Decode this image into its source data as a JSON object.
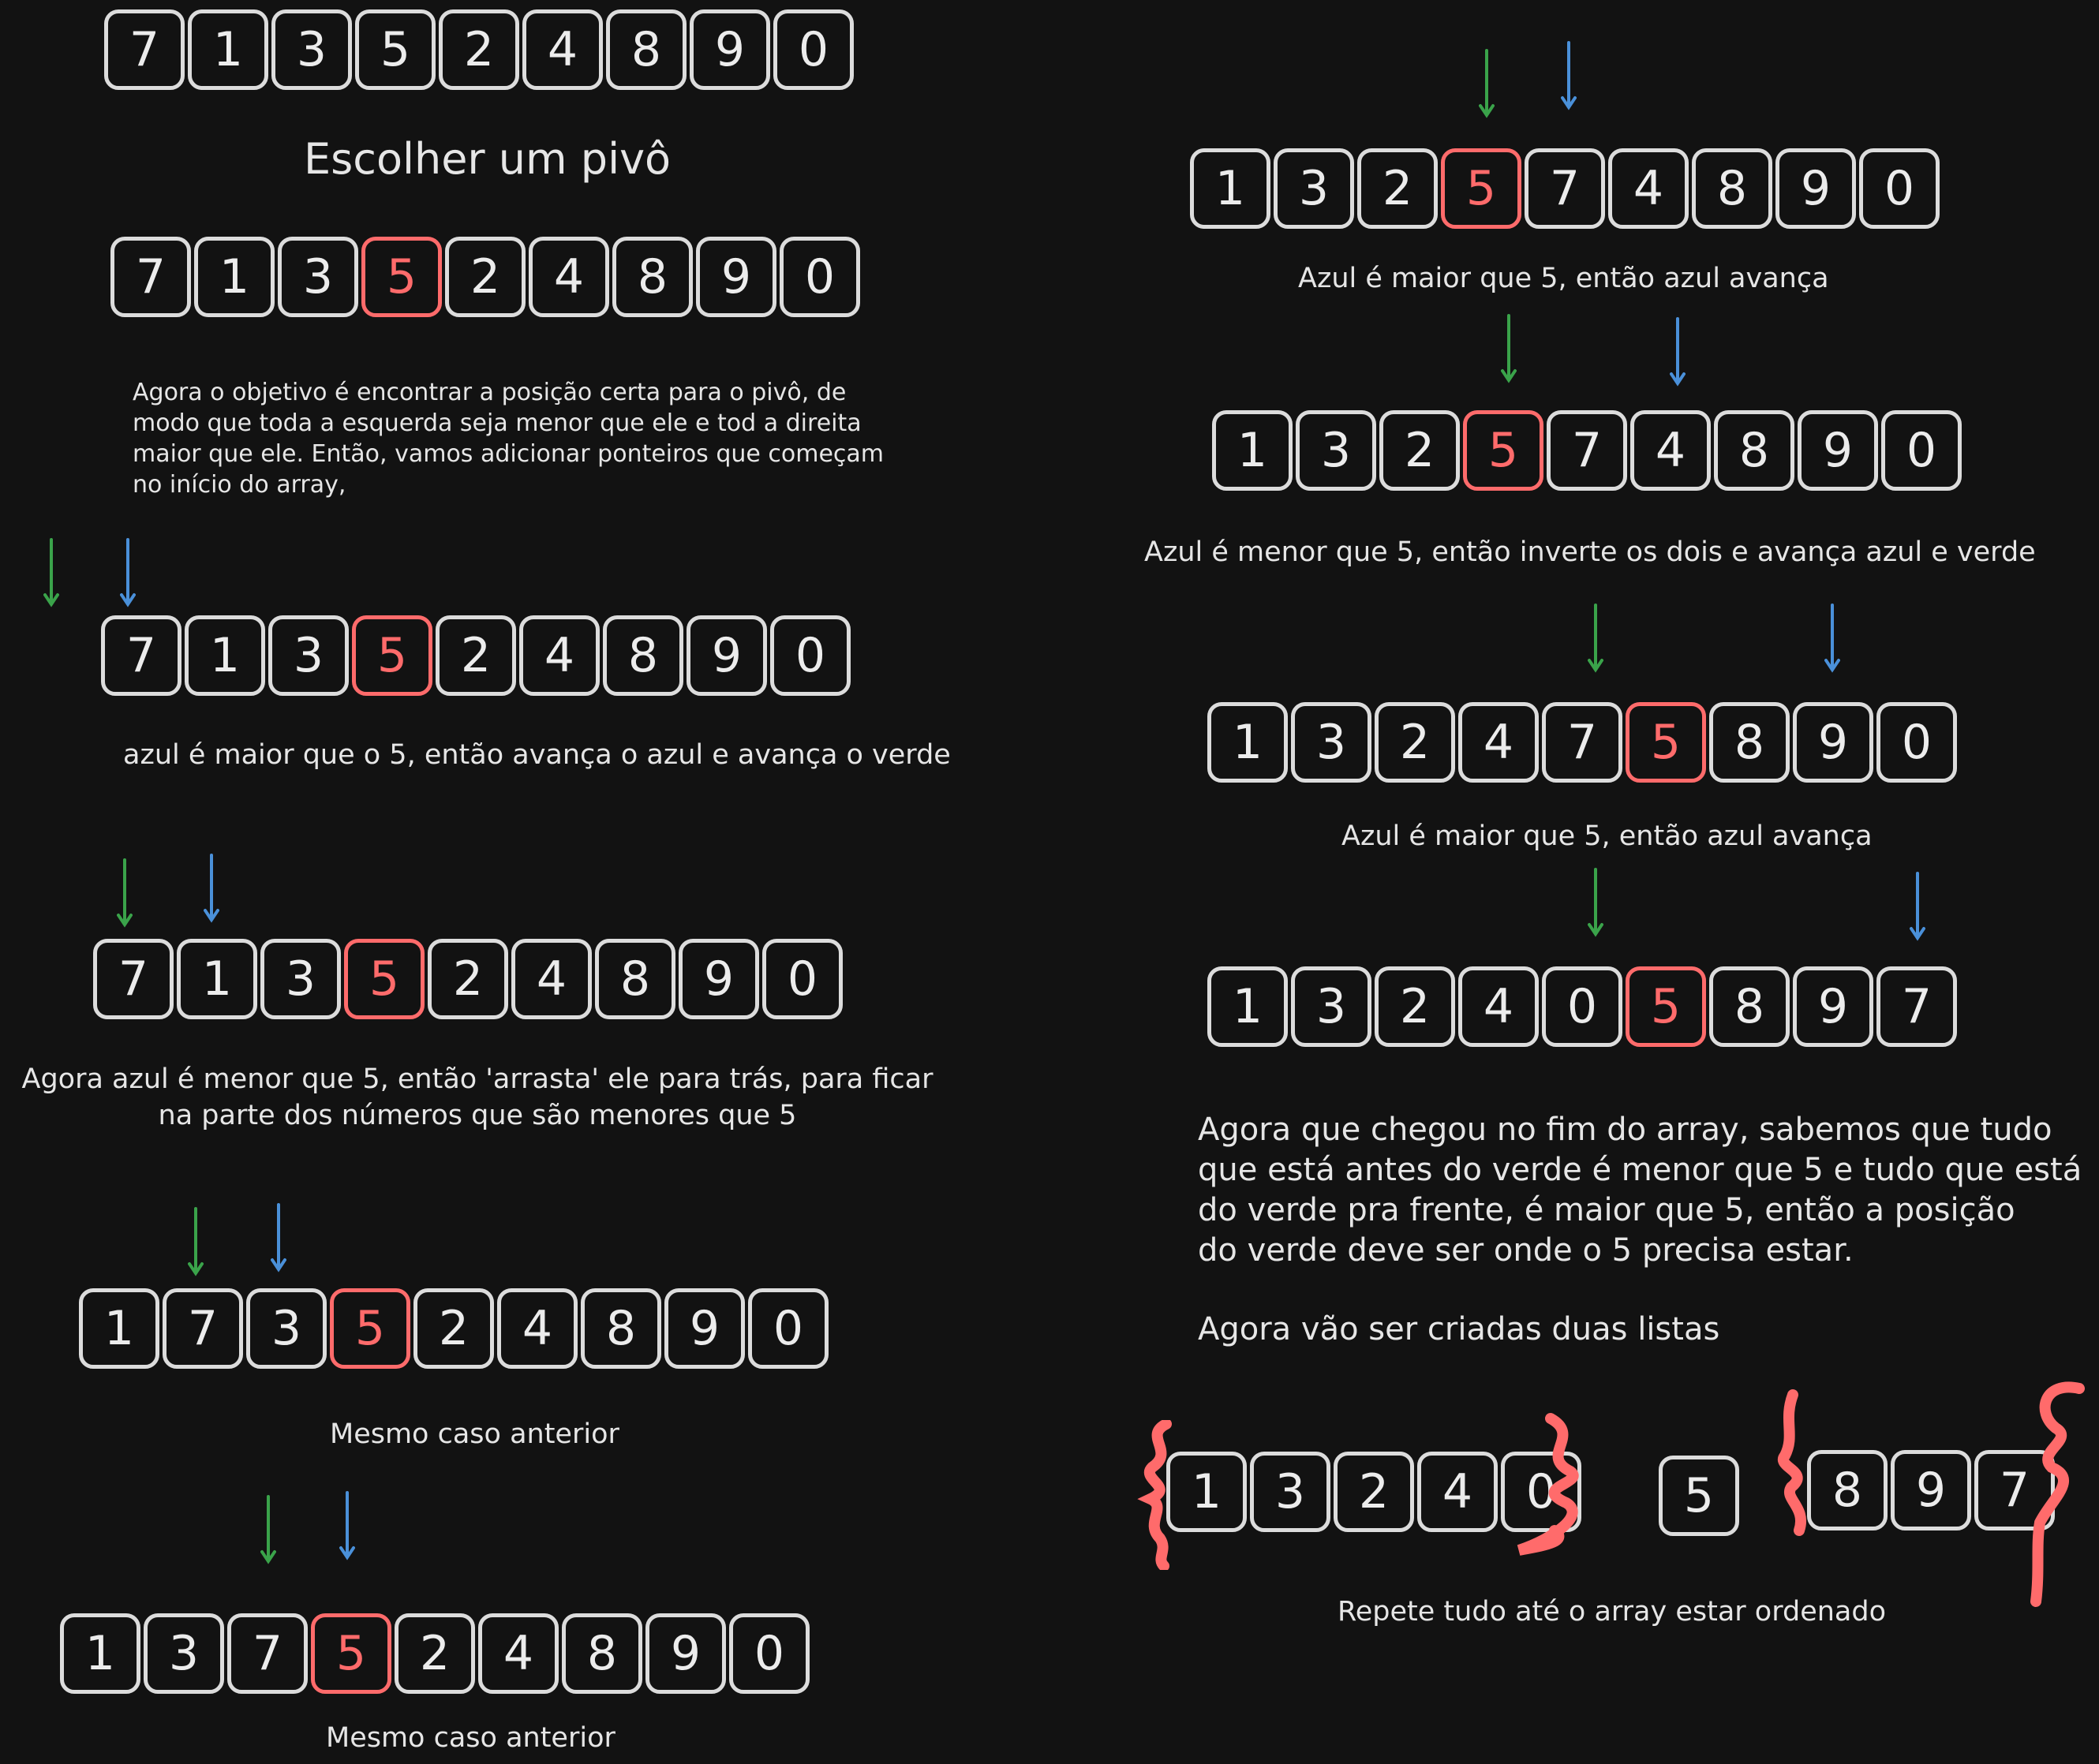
{
  "title": "Escolher um pivô",
  "colors": {
    "background": "#121212",
    "cell_border": "#dcdcdc",
    "pivot": "#ff6b6b",
    "green_pointer": "#3aa34a",
    "blue_pointer": "#4a90d9",
    "brace": "#ff6b6b"
  },
  "arrays": {
    "a1": [
      {
        "v": "7"
      },
      {
        "v": "1"
      },
      {
        "v": "3"
      },
      {
        "v": "5"
      },
      {
        "v": "2"
      },
      {
        "v": "4"
      },
      {
        "v": "8"
      },
      {
        "v": "9"
      },
      {
        "v": "0"
      }
    ],
    "a2": [
      {
        "v": "7"
      },
      {
        "v": "1"
      },
      {
        "v": "3"
      },
      {
        "v": "5",
        "pivot": true
      },
      {
        "v": "2"
      },
      {
        "v": "4"
      },
      {
        "v": "8"
      },
      {
        "v": "9"
      },
      {
        "v": "0"
      }
    ],
    "a3": [
      {
        "v": "7"
      },
      {
        "v": "1"
      },
      {
        "v": "3"
      },
      {
        "v": "5",
        "pivot": true
      },
      {
        "v": "2"
      },
      {
        "v": "4"
      },
      {
        "v": "8"
      },
      {
        "v": "9"
      },
      {
        "v": "0"
      }
    ],
    "a4": [
      {
        "v": "7"
      },
      {
        "v": "1"
      },
      {
        "v": "3"
      },
      {
        "v": "5",
        "pivot": true
      },
      {
        "v": "2"
      },
      {
        "v": "4"
      },
      {
        "v": "8"
      },
      {
        "v": "9"
      },
      {
        "v": "0"
      }
    ],
    "a5": [
      {
        "v": "1"
      },
      {
        "v": "7"
      },
      {
        "v": "3"
      },
      {
        "v": "5",
        "pivot": true
      },
      {
        "v": "2"
      },
      {
        "v": "4"
      },
      {
        "v": "8"
      },
      {
        "v": "9"
      },
      {
        "v": "0"
      }
    ],
    "a6": [
      {
        "v": "1"
      },
      {
        "v": "3"
      },
      {
        "v": "7"
      },
      {
        "v": "5",
        "pivot": true
      },
      {
        "v": "2"
      },
      {
        "v": "4"
      },
      {
        "v": "8"
      },
      {
        "v": "9"
      },
      {
        "v": "0"
      }
    ],
    "b1": [
      {
        "v": "1"
      },
      {
        "v": "3"
      },
      {
        "v": "2"
      },
      {
        "v": "5",
        "pivot": true
      },
      {
        "v": "7"
      },
      {
        "v": "4"
      },
      {
        "v": "8"
      },
      {
        "v": "9"
      },
      {
        "v": "0"
      }
    ],
    "b2": [
      {
        "v": "1"
      },
      {
        "v": "3"
      },
      {
        "v": "2"
      },
      {
        "v": "5",
        "pivot": true
      },
      {
        "v": "7"
      },
      {
        "v": "4"
      },
      {
        "v": "8"
      },
      {
        "v": "9"
      },
      {
        "v": "0"
      }
    ],
    "b3": [
      {
        "v": "1"
      },
      {
        "v": "3"
      },
      {
        "v": "2"
      },
      {
        "v": "4"
      },
      {
        "v": "7"
      },
      {
        "v": "5",
        "pivot": true
      },
      {
        "v": "8"
      },
      {
        "v": "9"
      },
      {
        "v": "0"
      }
    ],
    "b4": [
      {
        "v": "1"
      },
      {
        "v": "3"
      },
      {
        "v": "2"
      },
      {
        "v": "4"
      },
      {
        "v": "0"
      },
      {
        "v": "5",
        "pivot": true
      },
      {
        "v": "8"
      },
      {
        "v": "9"
      },
      {
        "v": "7"
      }
    ],
    "left_list": [
      {
        "v": "1"
      },
      {
        "v": "3"
      },
      {
        "v": "2"
      },
      {
        "v": "4"
      },
      {
        "v": "0"
      }
    ],
    "right_list": [
      {
        "v": "8"
      },
      {
        "v": "9"
      },
      {
        "v": "7"
      }
    ]
  },
  "single_pivot": "5",
  "texts": {
    "intro": "Agora o objetivo é encontrar a posição certa para o pivô, de\nmodo que toda a esquerda seja menor que ele e tod a direita\nmaior que ele. Então, vamos adicionar ponteiros que começam\nno início do array,",
    "step1": "azul é maior que o 5, então avança o azul e avança o verde",
    "step2": "Agora azul é menor que 5, então 'arrasta' ele para trás, para ficar\nna parte dos números que são menores que 5",
    "same1": "Mesmo caso anterior",
    "same2": "Mesmo caso anterior",
    "r1": "Azul é maior que 5, então azul avança",
    "r2": "Azul é menor que 5, então inverte os dois e avança azul e verde",
    "r3": "Azul é maior que 5, então azul avança",
    "conclusion": "Agora que chegou no fim do array, sabemos que tudo\nque está antes do verde é menor que 5 e tudo que está\ndo verde pra frente, é maior que 5, então a posição\ndo verde deve ser onde o 5 precisa estar.",
    "lists": "Agora vão ser criadas duas listas",
    "repeat": "Repete tudo até o array estar ordenado"
  }
}
